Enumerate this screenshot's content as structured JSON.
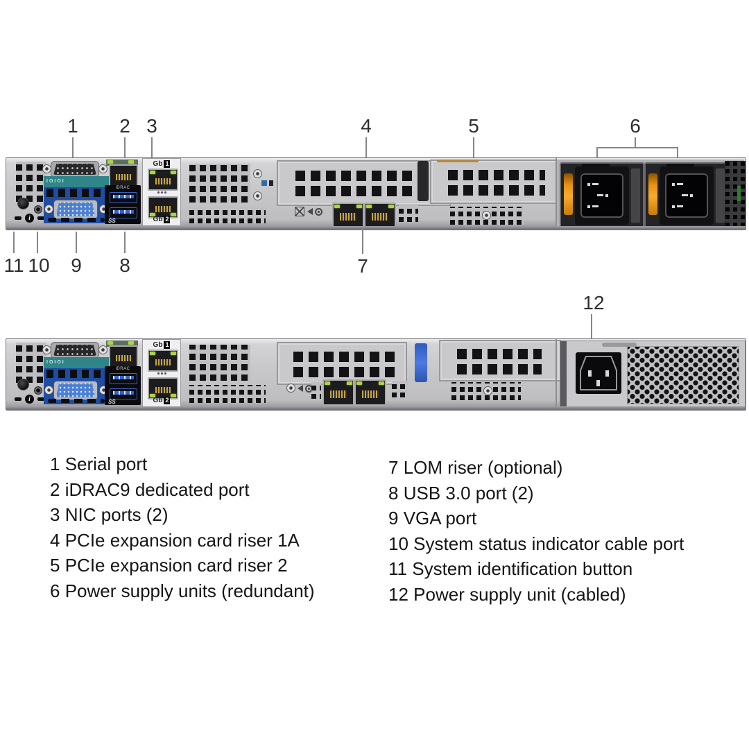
{
  "callouts": {
    "c1": "1",
    "c2": "2",
    "c3": "3",
    "c4": "4",
    "c5": "5",
    "c6": "6",
    "c7": "7",
    "c8": "8",
    "c9": "9",
    "c10": "10",
    "c11": "11",
    "c12": "12"
  },
  "port_labels": {
    "serial_panel": "IOIOI",
    "idrac": "iDRAC",
    "gb": "Gb",
    "nic1": "1",
    "nic2": "2",
    "usb_ss": "SS",
    "info": "i"
  },
  "legend": {
    "left": [
      {
        "num": "1",
        "label": "Serial port"
      },
      {
        "num": "2",
        "label": "iDRAC9 dedicated port"
      },
      {
        "num": "3",
        "label": "NIC ports (2)"
      },
      {
        "num": "4",
        "label": "PCIe expansion card riser 1A"
      },
      {
        "num": "5",
        "label": "PCIe expansion card riser 2"
      },
      {
        "num": "6",
        "label": "Power supply units (redundant)"
      }
    ],
    "right": [
      {
        "num": "7",
        "label": "LOM riser (optional)"
      },
      {
        "num": "8",
        "label": "USB 3.0 port (2)"
      },
      {
        "num": "9",
        "label": "VGA port"
      },
      {
        "num": "10",
        "label": "System status indicator cable port"
      },
      {
        "num": "11",
        "label": "System identification button"
      },
      {
        "num": "12",
        "label": "Power supply unit (cabled)"
      }
    ]
  },
  "colors": {
    "chassis": "#c6c6c8",
    "io_teal": "#2f8588",
    "io_blue": "#1d4da4",
    "usb_blue": "#2e63d6",
    "led_green": "#aed24a",
    "psu_orange": "#f09a1f"
  }
}
